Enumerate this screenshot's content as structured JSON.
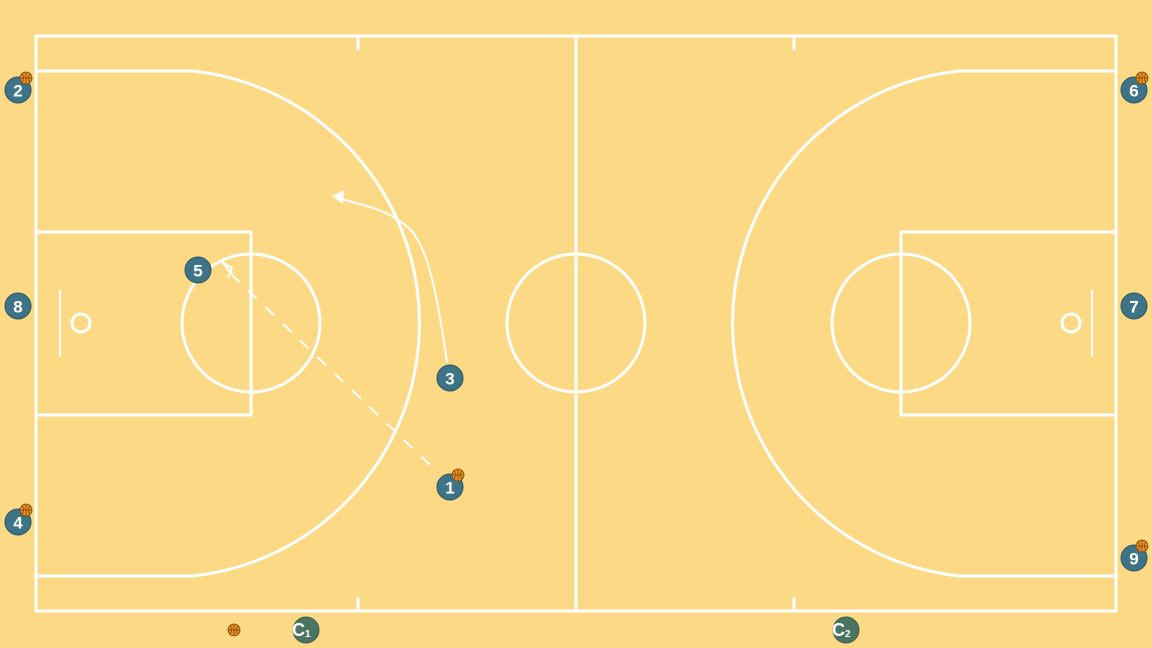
{
  "diagram": {
    "colors": {
      "court": "#fbd985",
      "lines": "#ffffff",
      "player": "#3e7485",
      "coach": "#4a7562",
      "ball": "#e8901f"
    },
    "players": [
      {
        "id": "p1",
        "label": "1",
        "has_ball": true
      },
      {
        "id": "p2",
        "label": "2",
        "has_ball": true
      },
      {
        "id": "p3",
        "label": "3",
        "has_ball": false
      },
      {
        "id": "p4",
        "label": "4",
        "has_ball": true
      },
      {
        "id": "p5",
        "label": "5",
        "has_ball": false
      },
      {
        "id": "p6",
        "label": "6",
        "has_ball": true
      },
      {
        "id": "p7",
        "label": "7",
        "has_ball": false
      },
      {
        "id": "p8",
        "label": "8",
        "has_ball": false
      },
      {
        "id": "p9",
        "label": "9",
        "has_ball": true
      }
    ],
    "coaches": [
      {
        "id": "c1",
        "letter": "C",
        "sub": "1"
      },
      {
        "id": "c2",
        "letter": "C",
        "sub": "2"
      }
    ],
    "actions": [
      {
        "type": "cut",
        "from": "3",
        "description": "movement"
      },
      {
        "type": "pass",
        "from": "1",
        "to": "5",
        "description": "pass"
      }
    ],
    "loose_balls": 1
  }
}
